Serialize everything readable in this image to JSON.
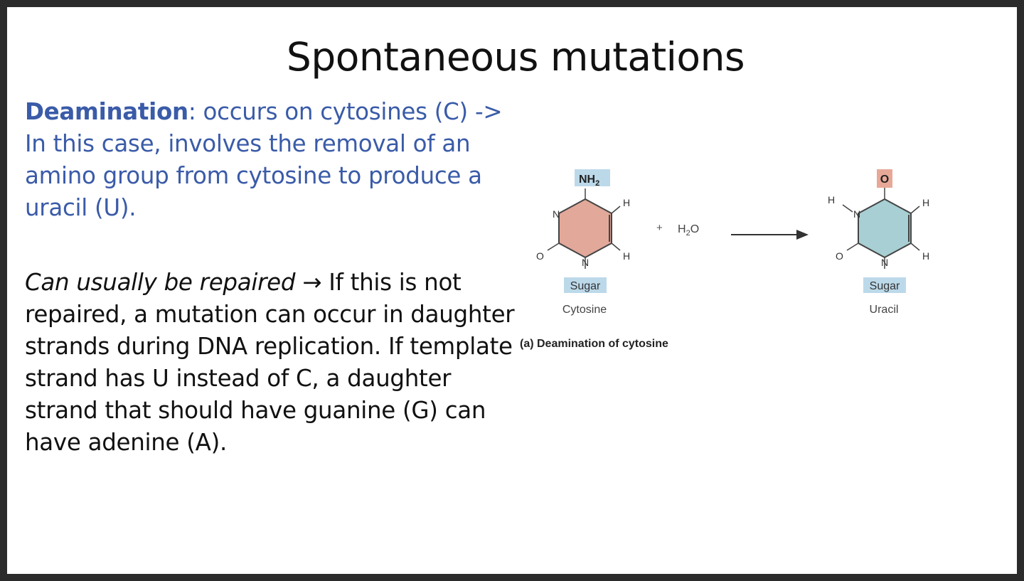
{
  "slide": {
    "title": "Spontaneous mutations",
    "para1": {
      "term": "Deamination",
      "text": ": occurs on cytosines (C) -> In this case, involves the removal of an amino group from cytosine to produce a uracil (U)."
    },
    "para2": {
      "emphasis": "Can usually be repaired",
      "arrow": " → ",
      "text": "If this is not repaired, a mutation can occur in daughter strands during DNA replication. If template strand has U instead of C, a daughter strand that should have guanine (G) can have adenine (A)."
    }
  },
  "diagram": {
    "cytosine": {
      "top_group": "NH",
      "top_sub": "2",
      "ring_n": "N",
      "bottom_n": "N",
      "o": "O",
      "h1": "H",
      "h2": "H",
      "sugar": "Sugar",
      "name": "Cytosine"
    },
    "plus": "+",
    "water": {
      "h": "H",
      "sub": "2",
      "o": "O"
    },
    "uracil": {
      "top_o": "O",
      "ring_n": "N",
      "nh_h": "H",
      "bottom_n": "N",
      "o": "O",
      "h1": "H",
      "h2": "H",
      "sugar": "Sugar",
      "name": "Uracil"
    },
    "caption": "(a) Deamination of cytosine",
    "colors": {
      "cytosine_ring": "#e2a89a",
      "uracil_ring": "#a8cfd3",
      "sugar_box": "#bcd9ea",
      "nh2_box": "#bcd9ea",
      "o_box": "#e8a898"
    }
  }
}
